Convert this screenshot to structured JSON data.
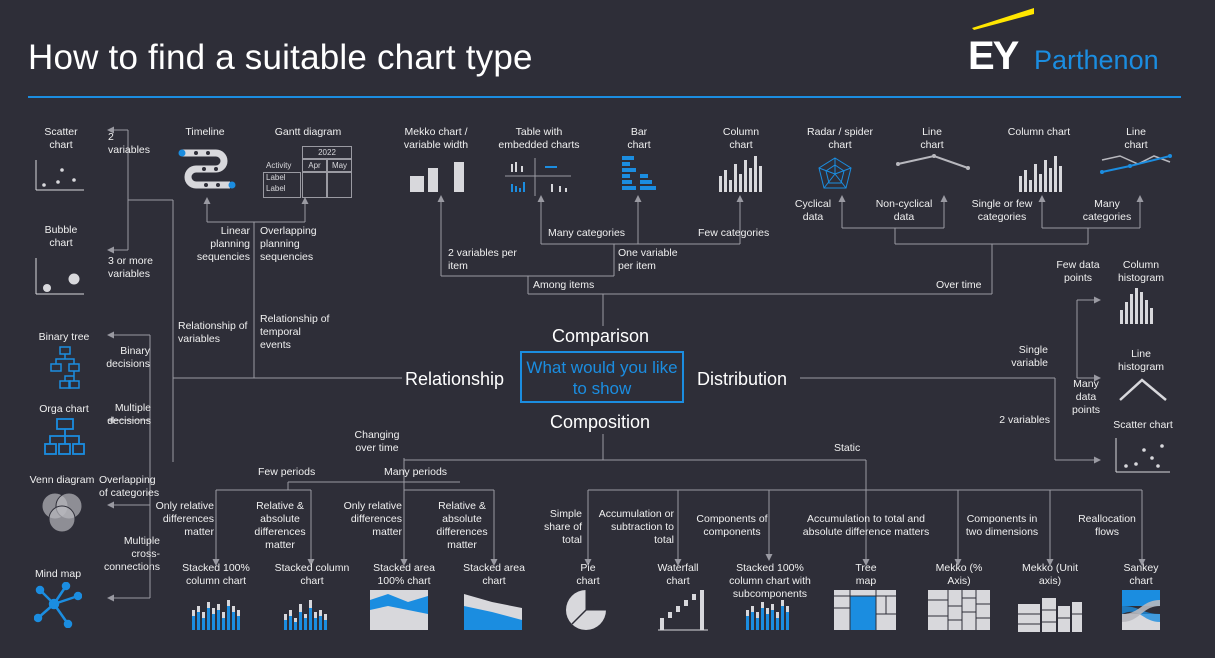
{
  "header": {
    "title": "How to find a suitable chart type",
    "brand_ey": "EY",
    "brand_name": "Parthenon"
  },
  "center": {
    "question": "What would you like to show",
    "comparison": "Comparison",
    "relationship": "Relationship",
    "distribution": "Distribution",
    "composition": "Composition"
  },
  "relationship": {
    "scatter": "Scatter chart",
    "two_vars": "2 variables",
    "bubble": "Bubble chart",
    "three_vars": "3 or more variables",
    "rel_vars": "Relationship of variables",
    "timeline": "Timeline",
    "gantt": "Gantt diagram",
    "gantt_year": "2022",
    "gantt_activity": "Activity",
    "gantt_apr": "Apr",
    "gantt_may": "May",
    "gantt_label1": "Label",
    "gantt_label2": "Label",
    "linear": "Linear planning sequencies",
    "overlapping": "Overlapping planning sequencies",
    "rel_temporal": "Relationship of temporal events",
    "binary_tree": "Binary tree",
    "binary_decisions": "Binary decisions",
    "orga": "Orga chart",
    "multiple_decisions": "Multiple decisions",
    "venn": "Venn diagram",
    "overlapping_cat": "Overlapping of categories",
    "mind_map": "Mind map",
    "multiple_cross": "Multiple cross- connections"
  },
  "comparison": {
    "mekko": "Mekko chart / variable width",
    "table_embedded": "Table with embedded charts",
    "bar": "Bar chart",
    "column": "Column chart",
    "radar": "Radar / spider chart",
    "line": "Line chart",
    "column2": "Column chart",
    "line2": "Line chart",
    "two_vars_item": "2 variables per item",
    "many_cat": "Many categories",
    "one_var_item": "One variable per item",
    "few_cat": "Few categories",
    "among_items": "Among items",
    "over_time": "Over time",
    "cyclical": "Cyclical data",
    "non_cyclical": "Non-cyclical data",
    "single_few": "Single or few categories",
    "many_cat2": "Many categories"
  },
  "distribution": {
    "few_points": "Few data points",
    "col_hist": "Column histogram",
    "single_var": "Single variable",
    "many_points": "Many data points",
    "line_hist": "Line histogram",
    "two_vars": "2 variables",
    "scatter": "Scatter chart"
  },
  "composition": {
    "changing": "Changing over time",
    "static": "Static",
    "few_periods": "Few periods",
    "many_periods": "Many periods",
    "only_rel1": "Only relative differences matter",
    "rel_abs1": "Relative & absolute differences matter",
    "only_rel2": "Only relative differences matter",
    "rel_abs2": "Relative & absolute differences matter",
    "stacked100": "Stacked 100% column chart",
    "stacked_col": "Stacked column chart",
    "stacked_area100": "Stacked area 100% chart",
    "stacked_area": "Stacked area chart",
    "simple_share": "Simple share of total",
    "accum_sub": "Accumulation or subtraction to total",
    "components_of": "Components of components",
    "accum_total": "Accumulation to total and absolute difference matters",
    "components_two": "Components in two dimensions",
    "realloc": "Reallocation flows",
    "pie": "Pie chart",
    "waterfall": "Waterfall chart",
    "stacked100_sub": "Stacked 100% column chart with subcomponents",
    "tree_map": "Tree map",
    "mekko_pct": "Mekko (% Axis)",
    "mekko_unit": "Mekko (Unit axis)",
    "sankey": "Sankey chart"
  },
  "colors": {
    "background": "#2e2e38",
    "accent": "#1b8de0",
    "brand_yellow": "#ffe600",
    "line": "#9a9aa2",
    "icon": "#d8d8dc"
  }
}
